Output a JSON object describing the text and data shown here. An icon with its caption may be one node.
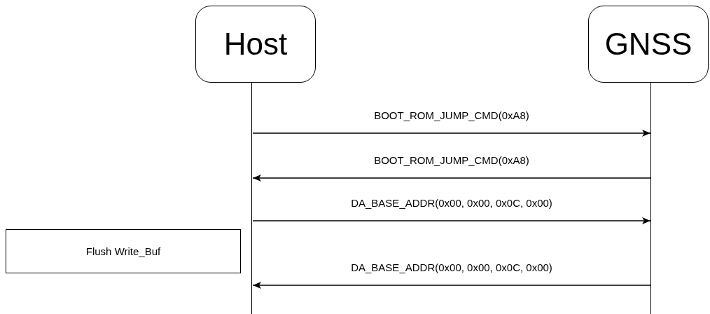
{
  "diagram": {
    "nodes": [
      {
        "text": [
          "Host"
        ]
      },
      {
        "text": [
          "GNSS"
        ]
      },
      {
        "text": [
          "Flush Write_Buf"
        ]
      },
      {
        "text": [],
        "shape": "line"
      },
      {
        "text": [],
        "shape": "line"
      }
    ],
    "edges": [
      {
        "from": 3,
        "to": 4,
        "arrow": "to",
        "label": "BOOT_ROM_JUMP_CMD(0xA8)"
      },
      {
        "from": 4,
        "to": 3,
        "arrow": "to",
        "label": "BOOT_ROM_JUMP_CMD(0xA8)"
      },
      {
        "from": 3,
        "to": 4,
        "arrow": "to",
        "label": "DA_BASE_ADDR(0x00, 0x00, 0x0C, 0x00)"
      },
      {
        "from": 4,
        "to": 3,
        "arrow": "to",
        "label": "DA_BASE_ADDR(0x00, 0x00, 0x0C, 0x00)"
      }
    ]
  }
}
